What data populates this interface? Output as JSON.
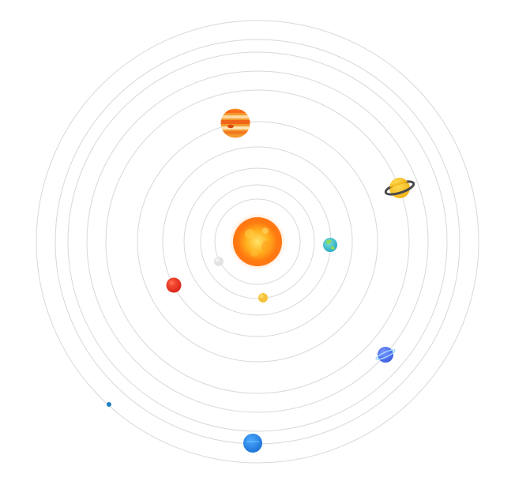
{
  "scene": {
    "orbit_color": "#d8d8d8",
    "background": "#ffffff"
  },
  "sun": {
    "icon": "sun-icon"
  },
  "bodies": [
    {
      "id": "mercury",
      "icon": "mercury-icon"
    },
    {
      "id": "venus",
      "icon": "venus-icon"
    },
    {
      "id": "earth",
      "icon": "earth-icon"
    },
    {
      "id": "mars",
      "icon": "mars-icon"
    },
    {
      "id": "jupiter",
      "icon": "jupiter-icon"
    },
    {
      "id": "saturn",
      "icon": "saturn-icon"
    },
    {
      "id": "uranus",
      "icon": "uranus-icon"
    },
    {
      "id": "neptune",
      "icon": "neptune-icon"
    },
    {
      "id": "pluto",
      "icon": "pluto-icon"
    }
  ]
}
